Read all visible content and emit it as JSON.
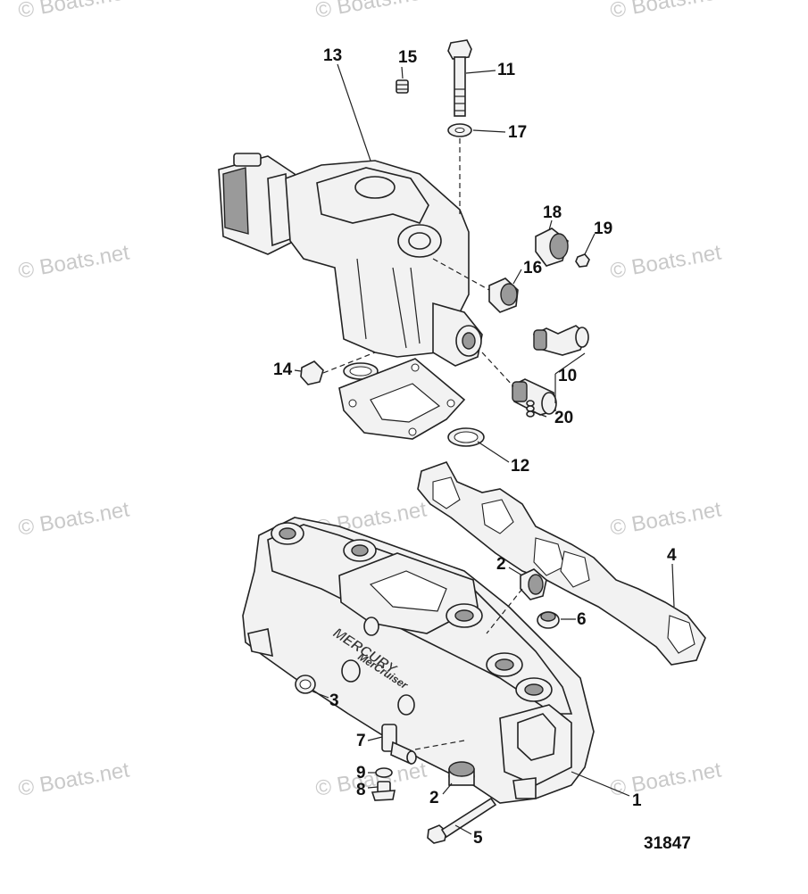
{
  "diagram": {
    "figure_number": "31847",
    "watermark_text": "© Boats.net",
    "brand_marks": [
      "MERCURY",
      "MerCruiser"
    ],
    "callouts": [
      {
        "id": "c1",
        "label": "1"
      },
      {
        "id": "c2a",
        "label": "2"
      },
      {
        "id": "c2b",
        "label": "2"
      },
      {
        "id": "c3",
        "label": "3"
      },
      {
        "id": "c4",
        "label": "4"
      },
      {
        "id": "c5",
        "label": "5"
      },
      {
        "id": "c6",
        "label": "6"
      },
      {
        "id": "c7",
        "label": "7"
      },
      {
        "id": "c8",
        "label": "8"
      },
      {
        "id": "c9",
        "label": "9"
      },
      {
        "id": "c10",
        "label": "10"
      },
      {
        "id": "c11",
        "label": "11"
      },
      {
        "id": "c12",
        "label": "12"
      },
      {
        "id": "c13",
        "label": "13"
      },
      {
        "id": "c14",
        "label": "14"
      },
      {
        "id": "c15",
        "label": "15"
      },
      {
        "id": "c16",
        "label": "16"
      },
      {
        "id": "c17",
        "label": "17"
      },
      {
        "id": "c18",
        "label": "18"
      },
      {
        "id": "c19",
        "label": "19"
      },
      {
        "id": "c20",
        "label": "20"
      }
    ]
  }
}
